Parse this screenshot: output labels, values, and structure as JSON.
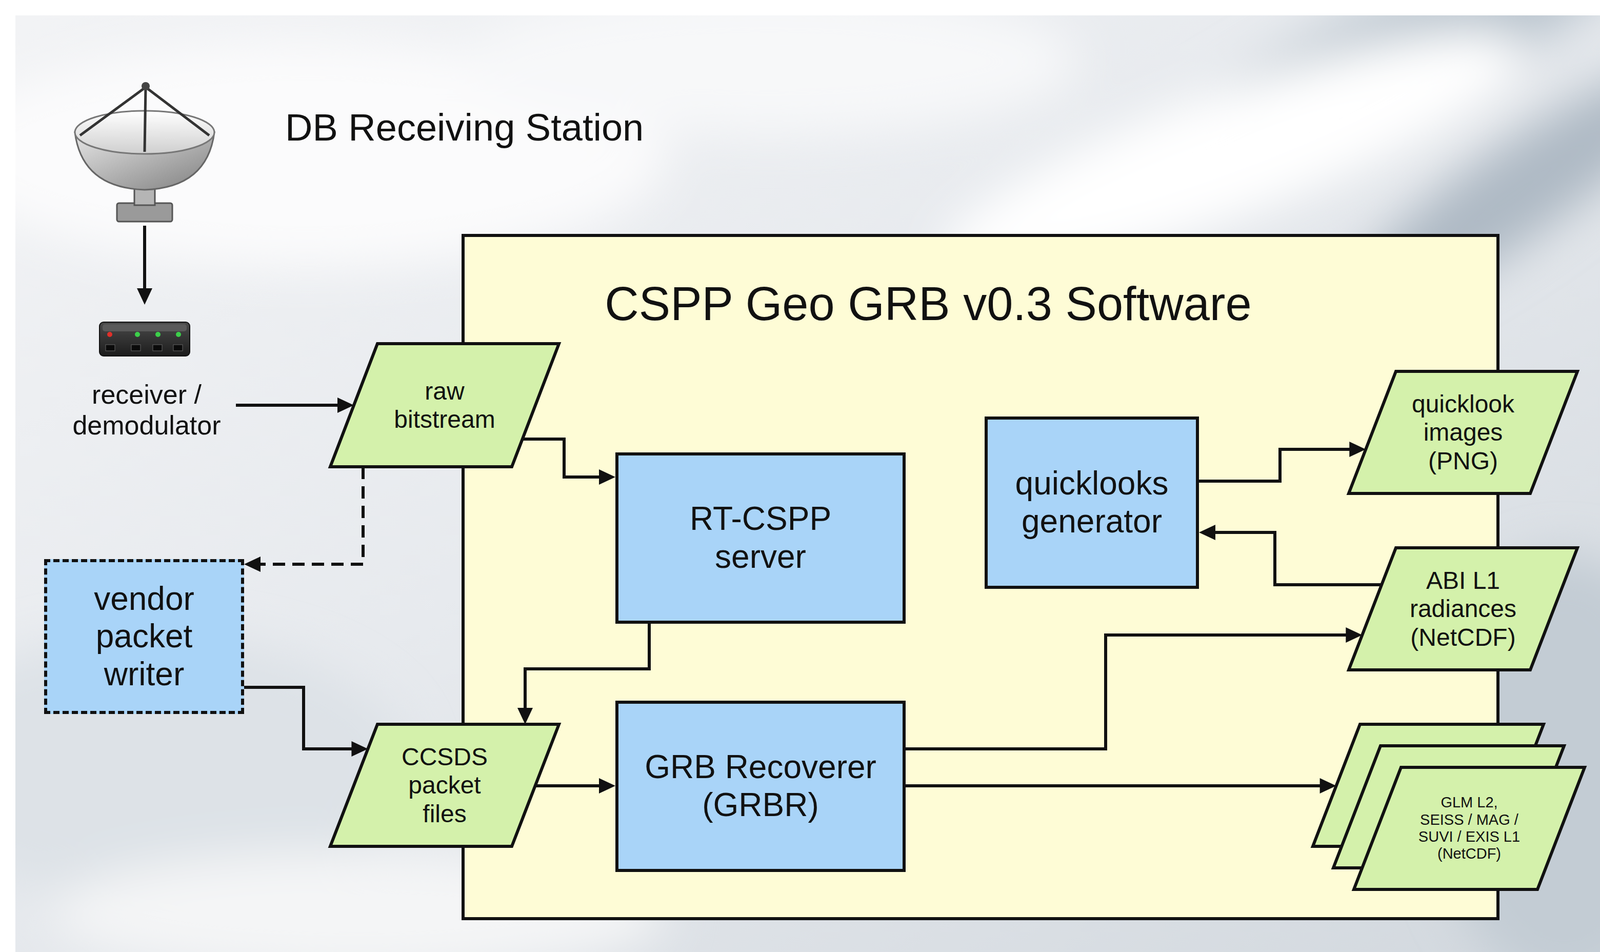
{
  "diagram": {
    "title": "DB Receiving Station",
    "nodes": [
      {
        "text": [
          "receiver / demodulator"
        ]
      },
      {
        "text": [
          "raw bitstream"
        ]
      },
      {
        "text": [
          "vendor packet writer"
        ]
      },
      {
        "text": [
          "CCSDS packet files"
        ]
      },
      {
        "text": [
          "CSPP Geo GRB v0.3 Software"
        ]
      },
      {
        "text": [
          "RT-CSPP server"
        ],
        "in": 4
      },
      {
        "text": [
          "GRB Recoverer (GRBR)"
        ],
        "in": 4
      },
      {
        "text": [
          "quicklooks generator"
        ],
        "in": 4
      },
      {
        "text": [
          "quicklook images (PNG)"
        ]
      },
      {
        "text": [
          "ABI L1 radiances (NetCDF)"
        ]
      },
      {
        "text": [
          "GLM L2, SEISS / MAG / SUVI / EXIS L1 (NetCDF)"
        ]
      }
    ],
    "edges": [
      {
        "from": 0,
        "to": 1,
        "arrow": "to"
      },
      {
        "from": 1,
        "to": 5,
        "arrow": "to"
      },
      {
        "from": 1,
        "to": 2,
        "arrow": "to"
      },
      {
        "from": 2,
        "to": 3,
        "arrow": "to"
      },
      {
        "from": 5,
        "to": 3,
        "arrow": "to"
      },
      {
        "from": 3,
        "to": 6,
        "arrow": "to"
      },
      {
        "from": 6,
        "to": 9,
        "arrow": "to"
      },
      {
        "from": 6,
        "to": 10,
        "arrow": "to"
      },
      {
        "from": 9,
        "to": 7,
        "arrow": "to"
      },
      {
        "from": 7,
        "to": 8,
        "arrow": "to"
      }
    ]
  }
}
